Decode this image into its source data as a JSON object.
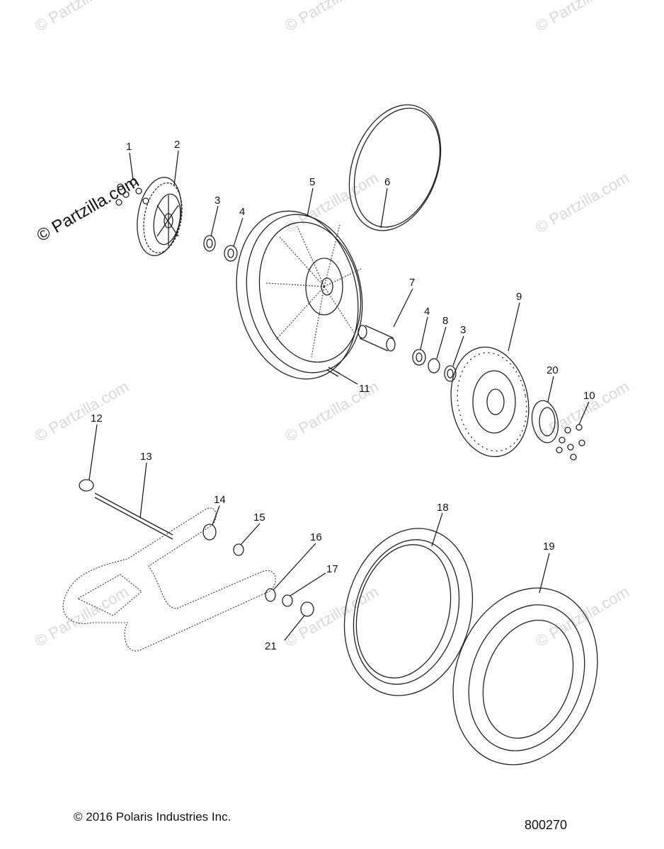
{
  "watermark": {
    "text": "© Partzilla.com",
    "main_text": "© Partzilla.com"
  },
  "callouts": [
    "1",
    "2",
    "3",
    "4",
    "5",
    "6",
    "7",
    "4",
    "8",
    "3",
    "9",
    "20",
    "10",
    "11",
    "12",
    "13",
    "14",
    "15",
    "16",
    "17",
    "21",
    "18",
    "19"
  ],
  "footer": {
    "copyright": "© 2016 Polaris Industries Inc.",
    "diagram_number": "800270"
  }
}
